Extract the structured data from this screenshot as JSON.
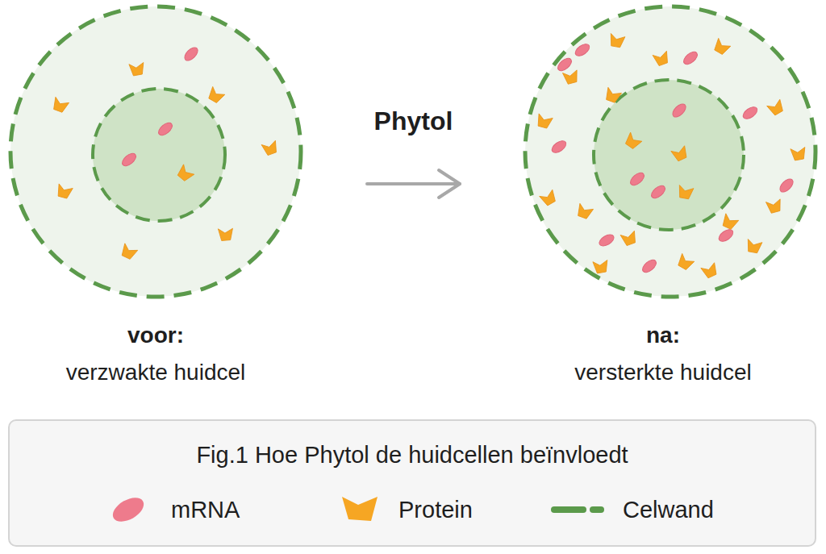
{
  "diagram": {
    "caption": "Fig.1 Hoe Phytol de huidcellen beïnvloedt",
    "nodes": [
      {
        "text": [
          "voor:",
          "verzwakte huidcel"
        ]
      },
      {
        "text": [
          "na:",
          "versterkte huidcel"
        ]
      }
    ],
    "edges": [
      {
        "from": 0,
        "to": 1,
        "label": "Phytol",
        "arrow": "to"
      }
    ],
    "legend": [
      {
        "text": "mRNA",
        "color": "#ee7b8c"
      },
      {
        "text": "Protein",
        "color": "#f6a623"
      },
      {
        "text": "Celwand"
      }
    ]
  }
}
